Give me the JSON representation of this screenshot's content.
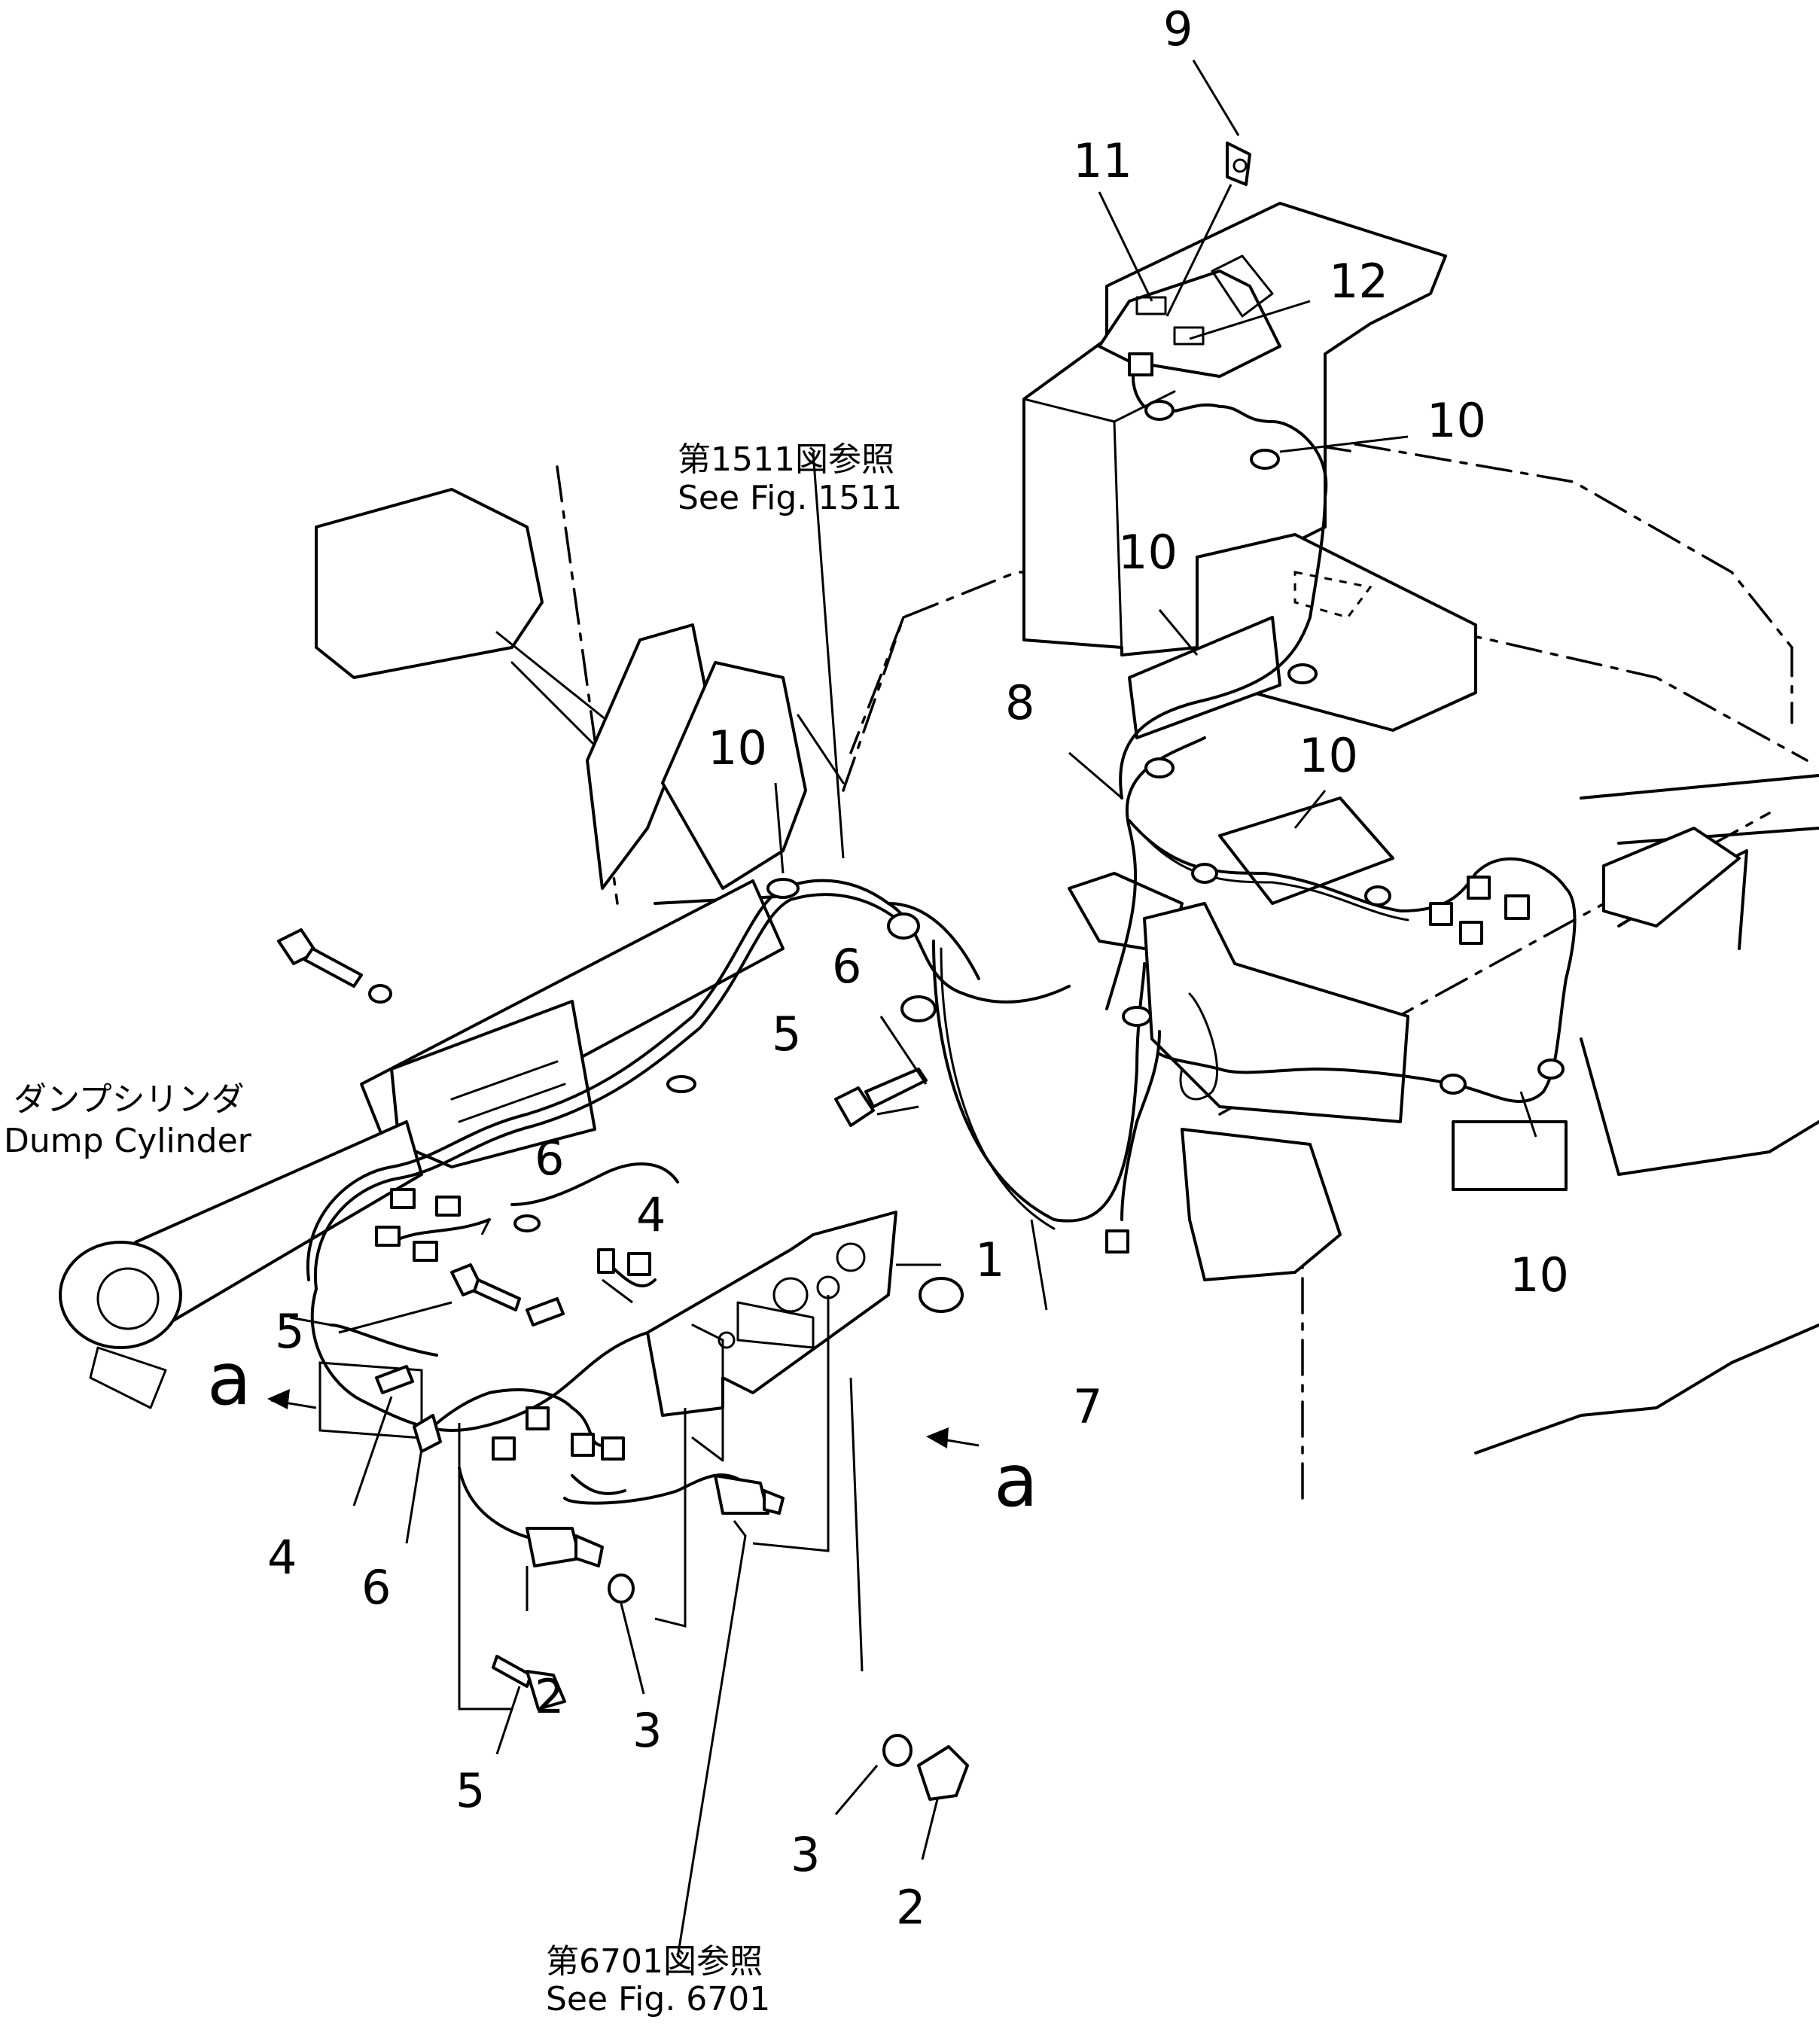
{
  "labels": {
    "dump_cylinder_jp": "ダンプシリンダ",
    "dump_cylinder_en": "Dump Cylinder",
    "see_1511_jp": "第1511図参照",
    "see_1511_en": "See Fig. 1511",
    "see_6701_jp": "第6701図参照",
    "see_6701_en": "See Fig. 6701",
    "view_a_left": "a",
    "view_a_right": "a"
  },
  "callouts": {
    "c1": "1",
    "c2a": "2",
    "c2b": "2",
    "c3a": "3",
    "c3b": "3",
    "c4a": "4",
    "c4b": "4",
    "c5a": "5",
    "c5b": "5",
    "c5c": "5",
    "c6a": "6",
    "c6b": "6",
    "c6c": "6",
    "c7": "7",
    "c8": "8",
    "c9": "9",
    "c10a": "10",
    "c10b": "10",
    "c10c": "10",
    "c10d": "10",
    "c10e": "10",
    "c11": "11",
    "c12": "12"
  }
}
